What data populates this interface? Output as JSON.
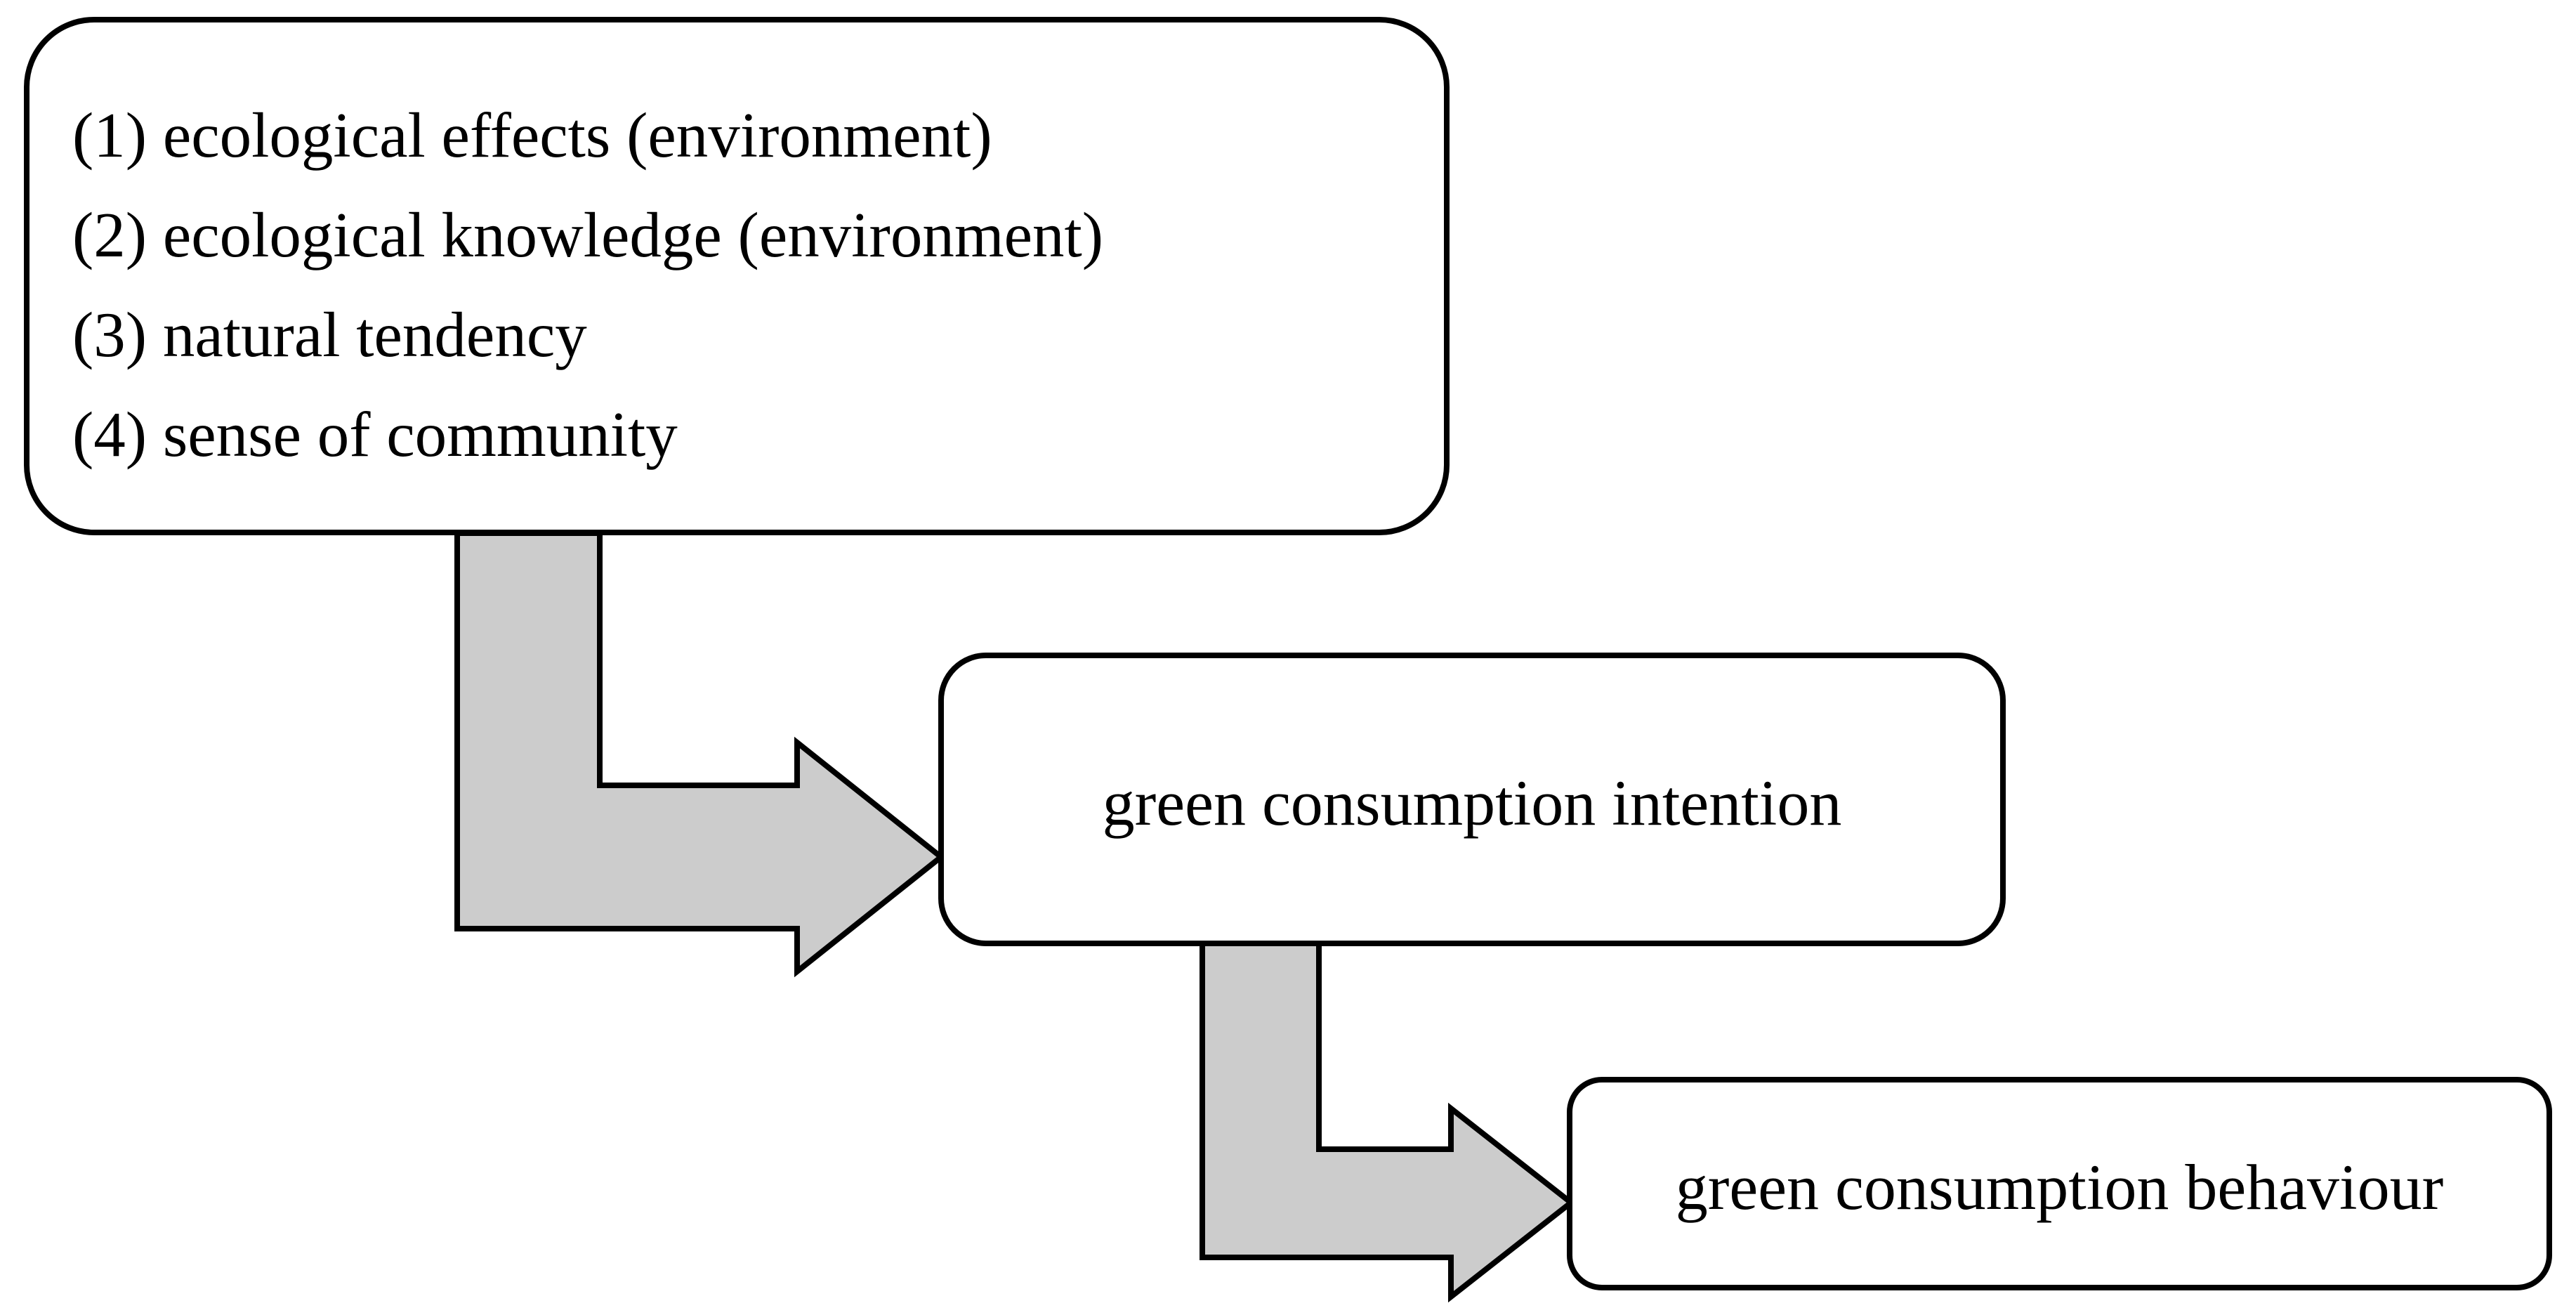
{
  "diagram": {
    "background_color": "#ffffff",
    "line_color": "#000000",
    "arrow_fill_color": "#cccccc",
    "boxes": {
      "antecedents": {
        "items": [
          "(1) ecological effects (environment)",
          "(2) ecological knowledge (environment)",
          "(3) natural tendency",
          "(4) sense of community"
        ]
      },
      "intention": {
        "label": "green consumption intention"
      },
      "behaviour": {
        "label": "green consumption behaviour"
      }
    },
    "edges": [
      {
        "from": "antecedents",
        "to": "intention",
        "style": "elbow-down-right-arrow"
      },
      {
        "from": "intention",
        "to": "behaviour",
        "style": "elbow-down-right-arrow"
      }
    ]
  }
}
